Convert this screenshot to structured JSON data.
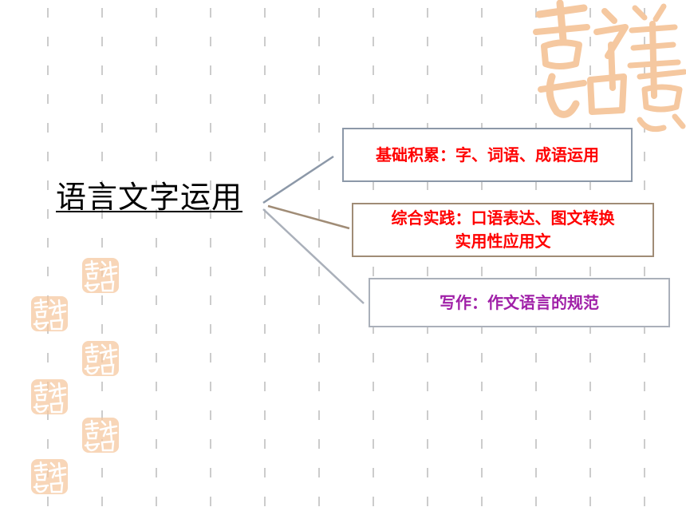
{
  "main_topic": "语言文字运用",
  "branches": [
    {
      "lines": [
        "基础积累：字、词语、成语运用"
      ]
    },
    {
      "lines": [
        "综合实践：口语表达、图文转换",
        "实用性应用文"
      ]
    },
    {
      "lines": [
        "写作：作文语言的规范"
      ]
    }
  ],
  "colors": {
    "branch_text_red": "#ff0000",
    "branch_text_purple": "#a020a8",
    "seal_orange": "#f5c8a0",
    "grid_dash": "#c8c8c8"
  },
  "decoration": {
    "seal_icon": "auspicious-seal-icon"
  }
}
